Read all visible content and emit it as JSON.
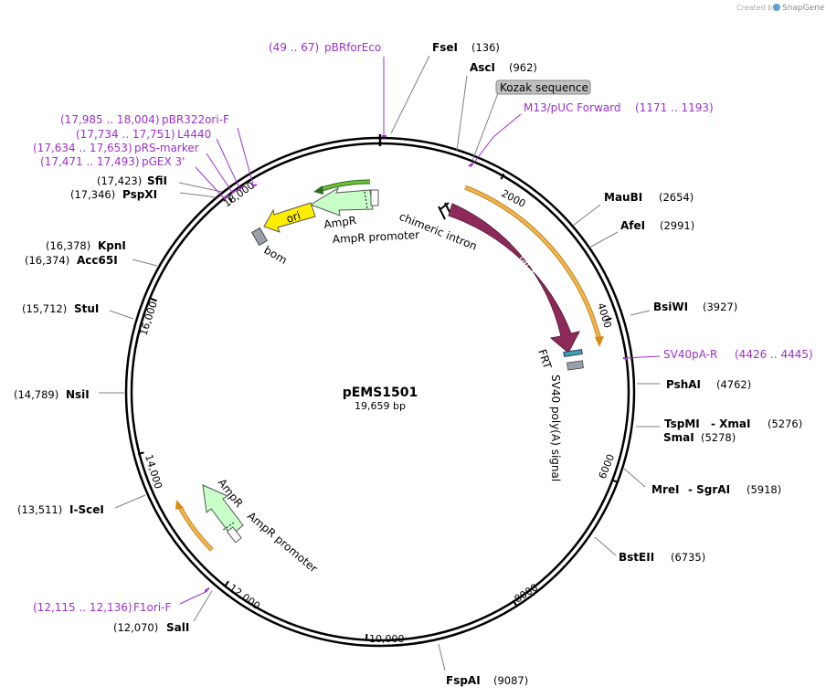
{
  "credit": {
    "created_by": "Created by",
    "app": "SnapGene"
  },
  "plasmid": {
    "name": "pEMS1501",
    "length": "19,659 bp"
  },
  "ticks": [
    "2000",
    "4000",
    "6000",
    "8000",
    "10,000",
    "12,000",
    "14,000",
    "16,000",
    "18,000"
  ],
  "sites": [
    {
      "name": "FseI",
      "pos": "(136)"
    },
    {
      "name": "AscI",
      "pos": "(962)"
    },
    {
      "name": "MauBI",
      "pos": "(2654)"
    },
    {
      "name": "AfeI",
      "pos": "(2991)"
    },
    {
      "name": "BsiWI",
      "pos": "(3927)"
    },
    {
      "name": "PshAI",
      "pos": "(4762)"
    },
    {
      "name": "TspMI",
      "pos": ""
    },
    {
      "name": "- XmaI",
      "pos": "(5276)"
    },
    {
      "name": "SmaI",
      "pos": "(5278)"
    },
    {
      "name": "MreI",
      "pos": ""
    },
    {
      "name": "- SgrAI",
      "pos": "(5918)"
    },
    {
      "name": "BstEII",
      "pos": "(6735)"
    },
    {
      "name": "FspAI",
      "pos": "(9087)"
    },
    {
      "name": "SalI",
      "pos": "(12,070)"
    },
    {
      "name": "I-SceI",
      "pos": "(13,511)"
    },
    {
      "name": "NsiI",
      "pos": "(14,789)"
    },
    {
      "name": "StuI",
      "pos": "(15,712)"
    },
    {
      "name": "Acc65I",
      "pos": "(16,374)"
    },
    {
      "name": "KpnI",
      "pos": "(16,378)"
    },
    {
      "name": "PspXI",
      "pos": "(17,346)"
    },
    {
      "name": "SfiI",
      "pos": "(17,423)"
    }
  ],
  "primers": [
    {
      "name": "pBRforEco",
      "pos": "(49 .. 67)"
    },
    {
      "name": "M13/pUC Forward",
      "pos": "(1171 .. 1193)"
    },
    {
      "name": "SV40pA-R",
      "pos": "(4426 .. 4445)"
    },
    {
      "name": "F1ori-F",
      "pos": "(12,115 .. 12,136)"
    },
    {
      "name": "pBR322ori-F",
      "pos": "(17,985 .. 18,004)"
    },
    {
      "name": "L4440",
      "pos": "(17,734 .. 17,751)"
    },
    {
      "name": "pRS-marker",
      "pos": "(17,634 .. 17,653)"
    },
    {
      "name": "pGEX 3'",
      "pos": "(17,471 .. 17,493)"
    }
  ],
  "features": {
    "kozak": "Kozak sequence",
    "chimeric_intron": "chimeric intron",
    "lacz": "lacZ",
    "frt": "FRT",
    "sv40": "SV40 poly(A) signal",
    "ampr_top": "AmpR",
    "ampr_promoter_top": "AmpR promoter",
    "ori": "ori",
    "bom": "bom",
    "ampr_bottom": "AmpR",
    "ampr_promoter_bottom": "AmpR promoter"
  },
  "colors": {
    "primer": "#9b30c9",
    "lacz": "#8e2a5a",
    "ampr": "#c8ffc8",
    "ori": "#ffee00",
    "orf": "#f5b44a",
    "backbone": "#000000"
  }
}
